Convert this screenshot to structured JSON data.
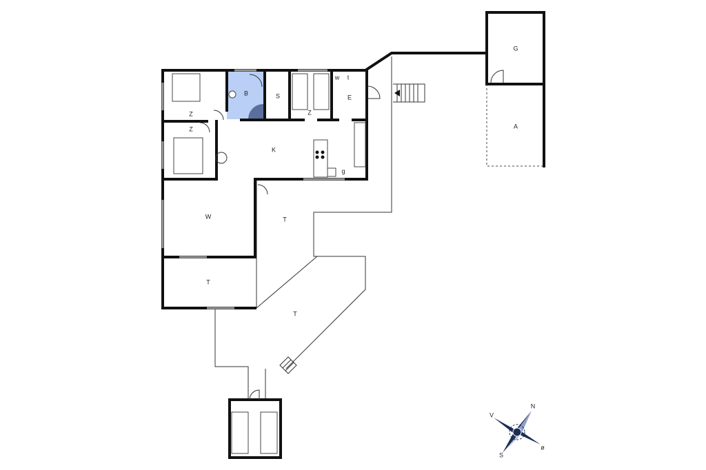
{
  "rooms": {
    "bedroom_1": "Z",
    "bathroom": "B",
    "storage": "S",
    "bedroom_2": "Z",
    "wc": "w",
    "tech": "t",
    "entrance": "E",
    "bedroom_3": "Z",
    "kitchen": "K",
    "utility": "g",
    "living": "W",
    "terrace_1": "T",
    "terrace_2": "T",
    "terrace_3": "T",
    "garage": "G",
    "carport": "A"
  },
  "compass": {
    "north": "N",
    "west": "V",
    "south": "S",
    "east": "ø"
  },
  "colors": {
    "bathroom": "#b9cff5",
    "shower": "#5a6f9e",
    "compass": "#1c2d55"
  }
}
